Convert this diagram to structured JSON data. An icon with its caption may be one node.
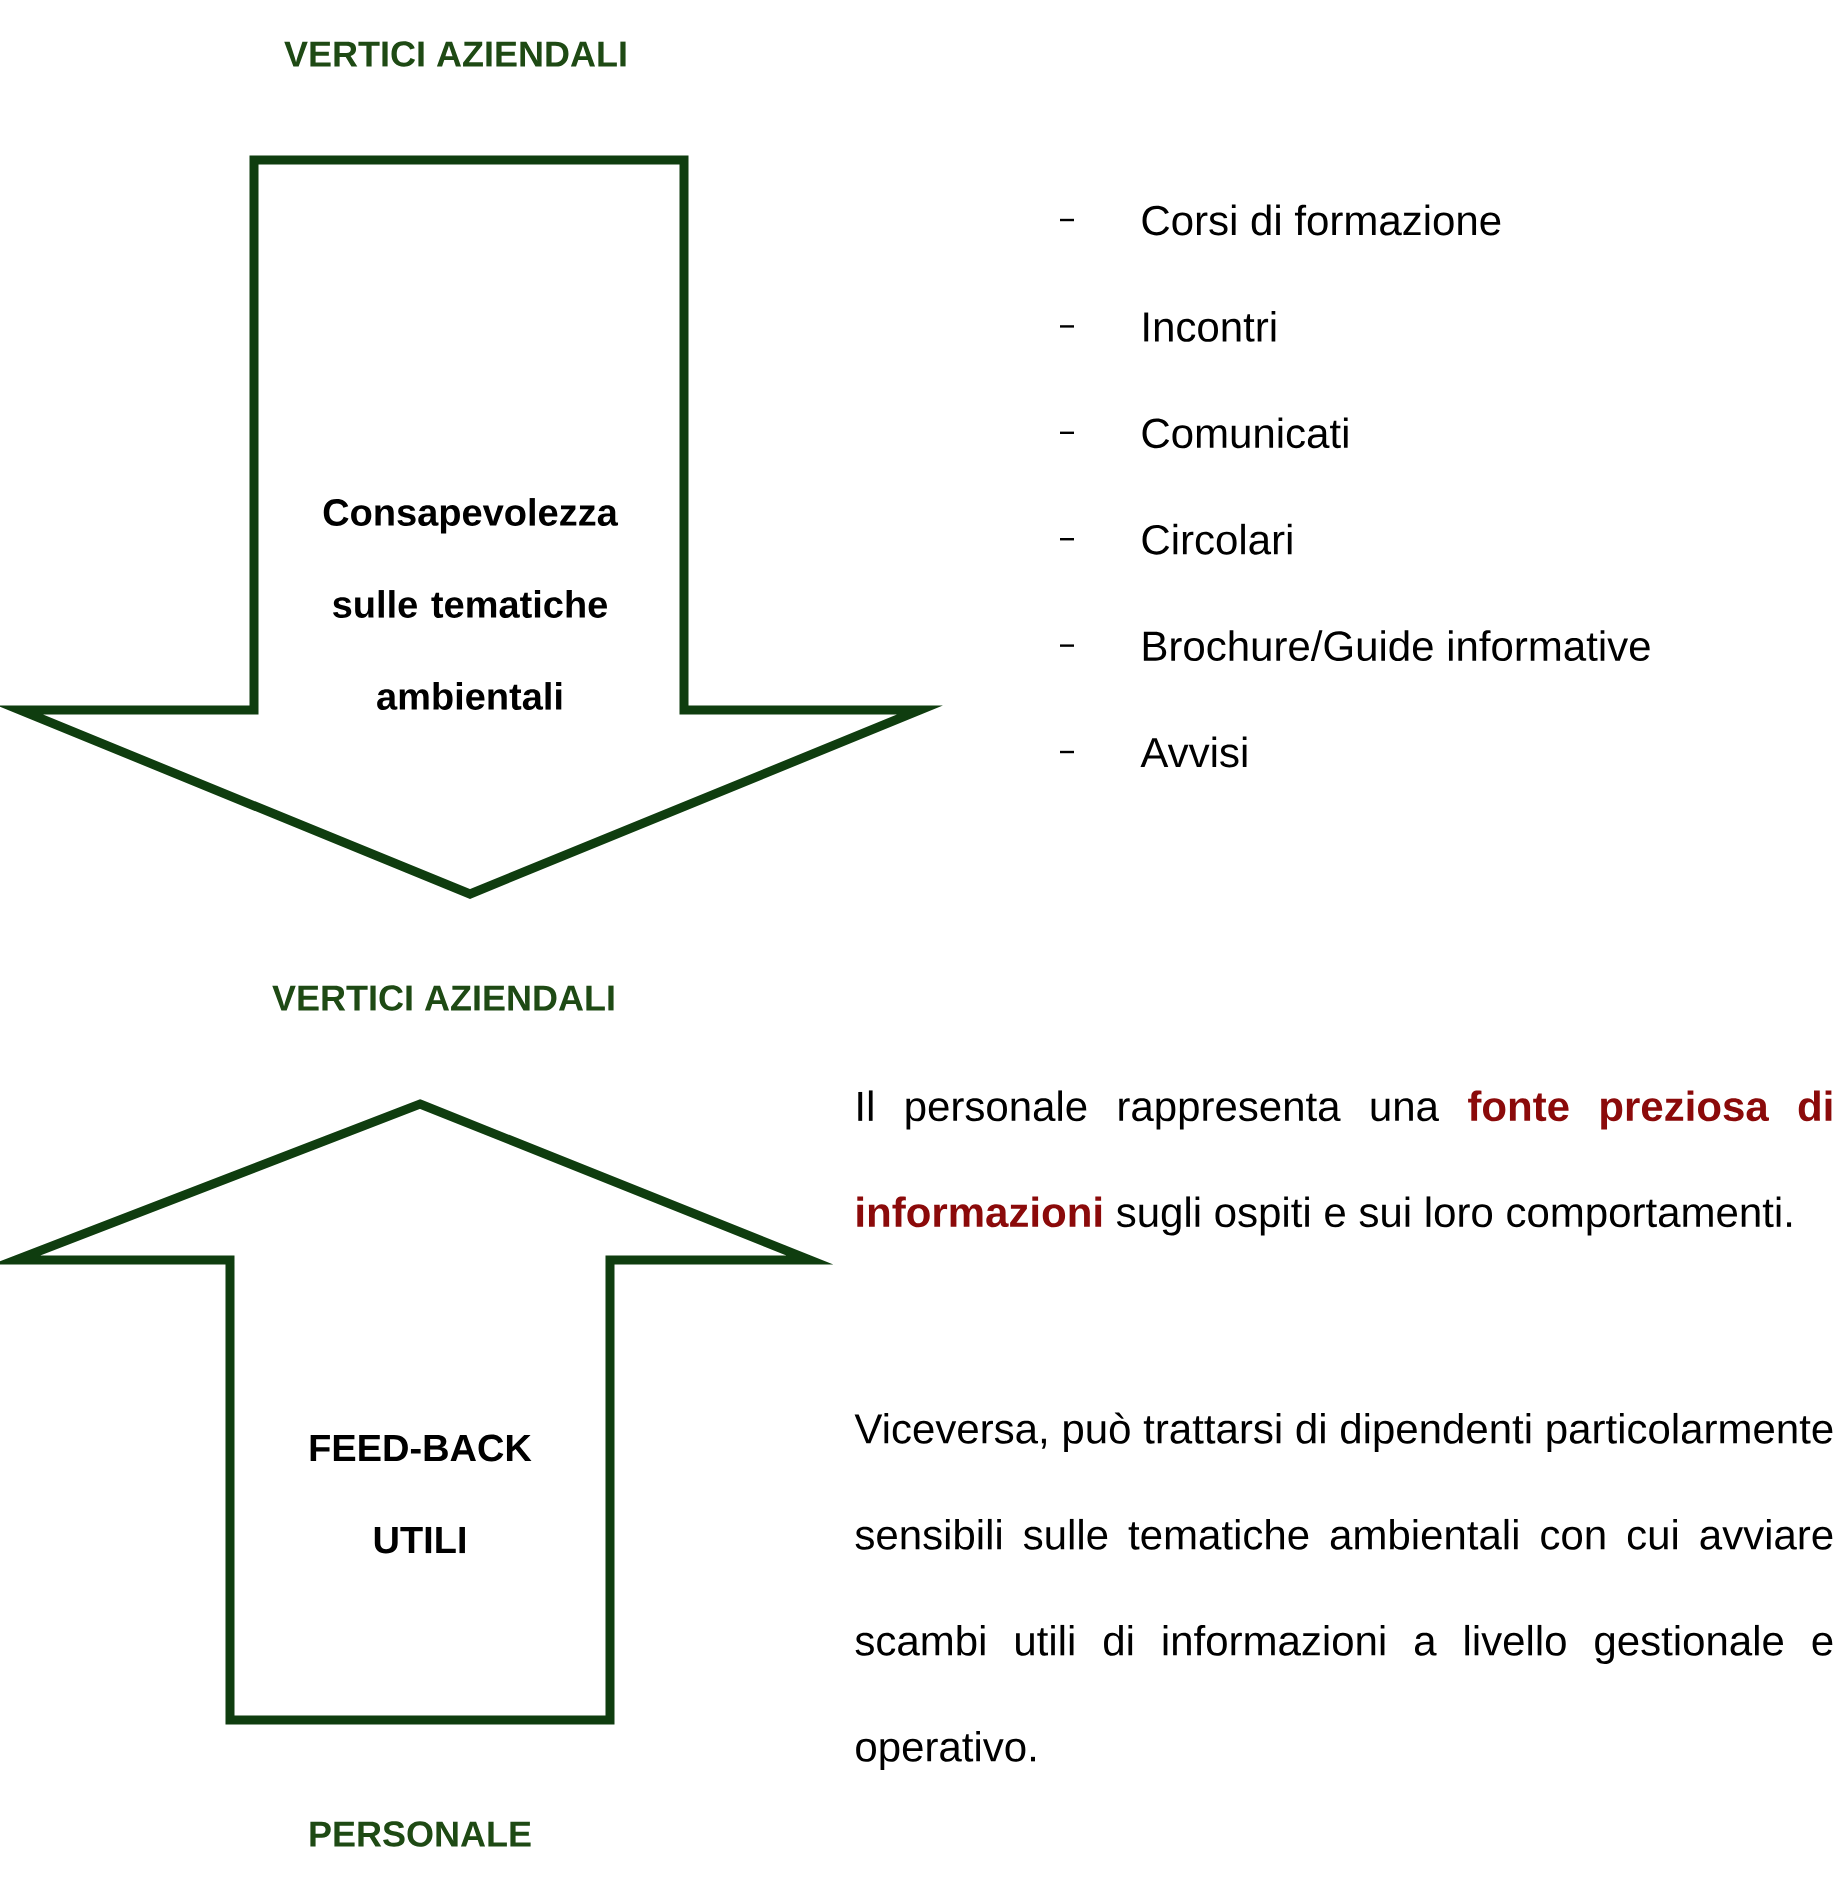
{
  "diagram": {
    "nodes": [
      {
        "text": [
          "Consapevolezza sulle tematiche ambientali"
        ]
      },
      {
        "text": [
          "FEED-BACK UTILI"
        ]
      }
    ],
    "labels": [
      "VERTICI AZIENDALI",
      "Corsi di formazione",
      "Incontri",
      "Comunicati",
      "Circolari",
      "Brochure/Guide informative",
      "Avvisi",
      "VERTICI AZIENDALI",
      "Il personale rappresenta una **fonte preziosa di informazioni** sugli ospiti e sui loro comportamenti.",
      "Viceversa, può trattarsi di dipendenti particolarmente sensibili sulle tematiche ambientali con cui avviare scambi utili di informazioni a livello gestionale e operativo.",
      "PERSONALE"
    ]
  }
}
